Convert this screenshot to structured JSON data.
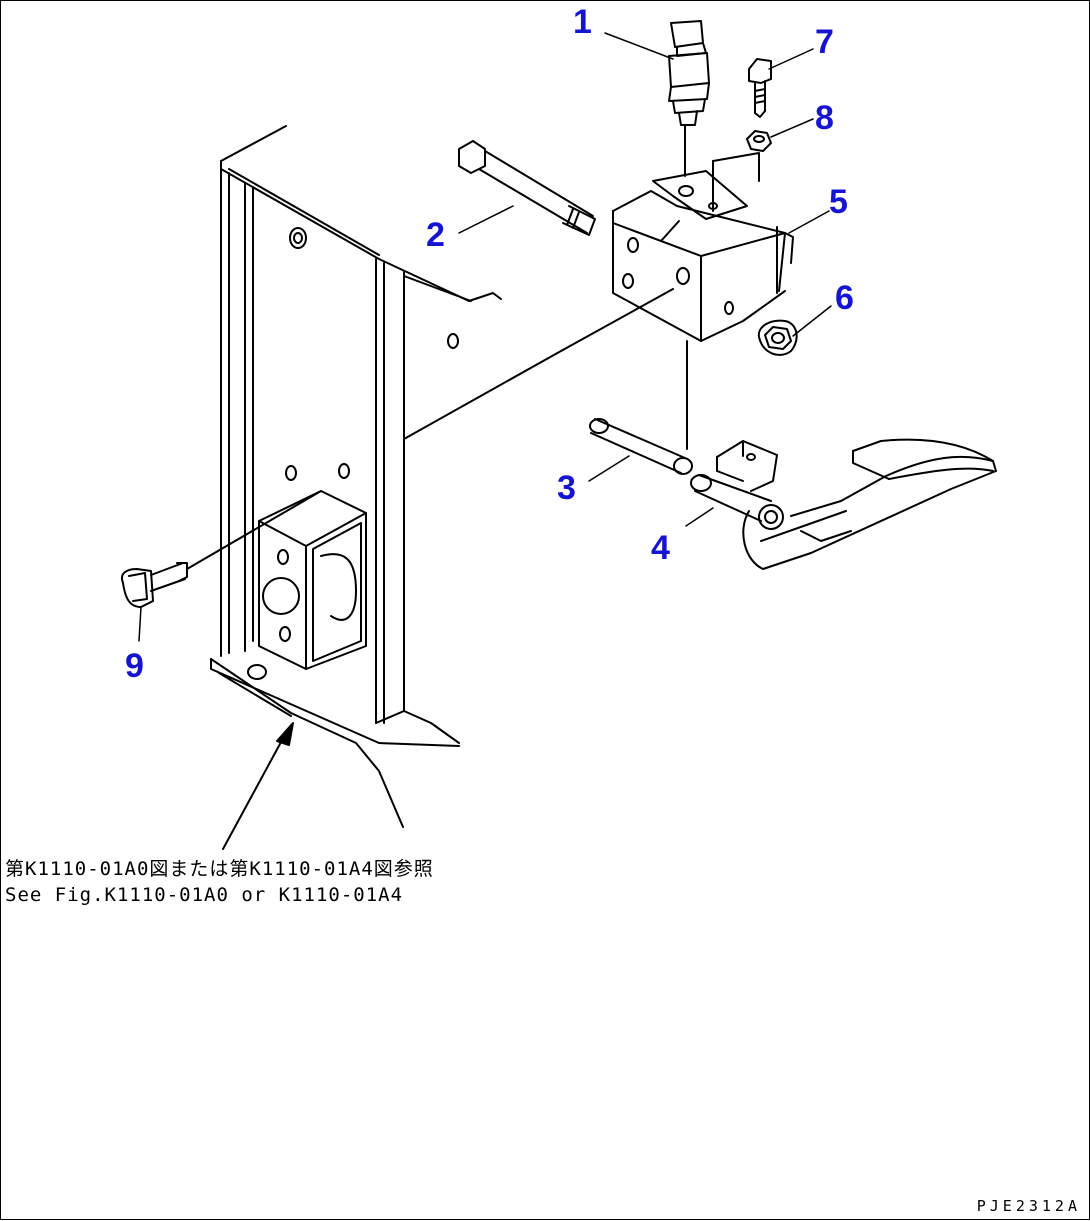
{
  "callouts": [
    {
      "id": "1",
      "label": "1"
    },
    {
      "id": "2",
      "label": "2"
    },
    {
      "id": "3",
      "label": "3"
    },
    {
      "id": "4",
      "label": "4"
    },
    {
      "id": "5",
      "label": "5"
    },
    {
      "id": "6",
      "label": "6"
    },
    {
      "id": "7",
      "label": "7"
    },
    {
      "id": "8",
      "label": "8"
    },
    {
      "id": "9",
      "label": "9"
    }
  ],
  "reference_note": {
    "japanese": "第K1110-01A0図または第K1110-01A4図参照",
    "english": "See Fig.K1110-01A0 or K1110-01A4"
  },
  "drawing_code": "PJE2312A",
  "colors": {
    "callout": "#1414d2",
    "line": "#000000"
  }
}
